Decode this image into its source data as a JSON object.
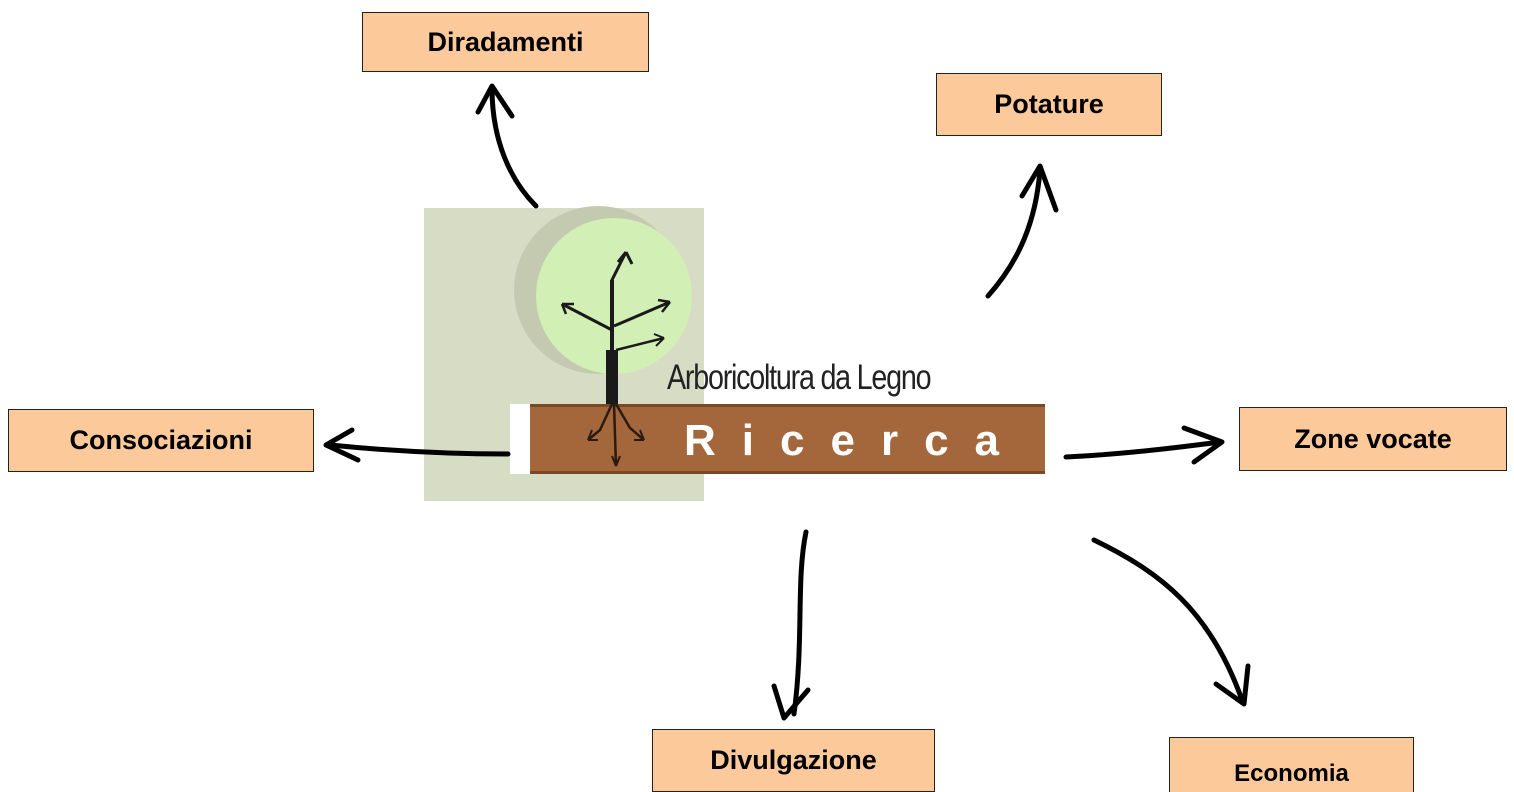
{
  "nodes": {
    "diradamenti": "Diradamenti",
    "potature": "Potature",
    "consociazioni": "Consociazioni",
    "zone_vocate": "Zone vocate",
    "divulgazione": "Divulgazione",
    "economia": "Economia"
  },
  "logo": {
    "subtitle": "Arboricoltura da Legno",
    "word": "Ricerca"
  },
  "colors": {
    "box_fill": "#fcc99b",
    "logo_band": "#a4673c",
    "logo_background": "#d7dcc5",
    "tree_crown": "#d2efb6"
  }
}
